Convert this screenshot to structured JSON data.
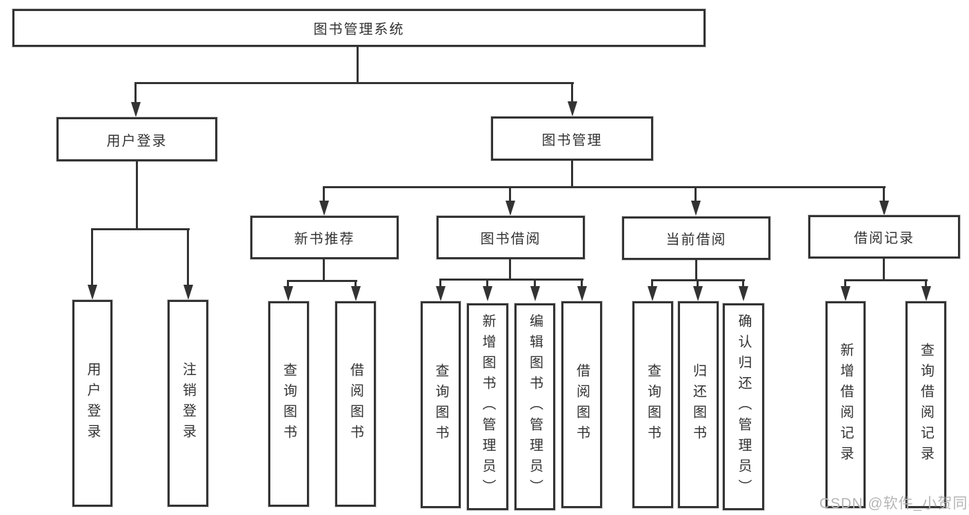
{
  "tree": {
    "label": "图书管理系统",
    "children": [
      {
        "label": "用户登录",
        "children": [
          {
            "label": "用户登录"
          },
          {
            "label": "注销登录"
          }
        ]
      },
      {
        "label": "图书管理",
        "children": [
          {
            "label": "新书推荐",
            "children": [
              {
                "label": "查询图书"
              },
              {
                "label": "借阅图书"
              }
            ]
          },
          {
            "label": "图书借阅",
            "children": [
              {
                "label": "查询图书"
              },
              {
                "label": "新增图书（管理员）"
              },
              {
                "label": "编辑图书（管理员）"
              },
              {
                "label": "借阅图书"
              }
            ]
          },
          {
            "label": "当前借阅",
            "children": [
              {
                "label": "查询图书"
              },
              {
                "label": "归还图书"
              },
              {
                "label": "确认归还（管理员）"
              }
            ]
          },
          {
            "label": "借阅记录",
            "children": [
              {
                "label": "新增借阅记录"
              },
              {
                "label": "查询借阅记录"
              }
            ]
          }
        ]
      }
    ]
  },
  "watermark": {
    "text": "CSDN @软件_小贺同学"
  },
  "colors": {
    "line": "#333333",
    "text": "#333333",
    "watermark": "#b5b5b5",
    "background": "#ffffff"
  }
}
